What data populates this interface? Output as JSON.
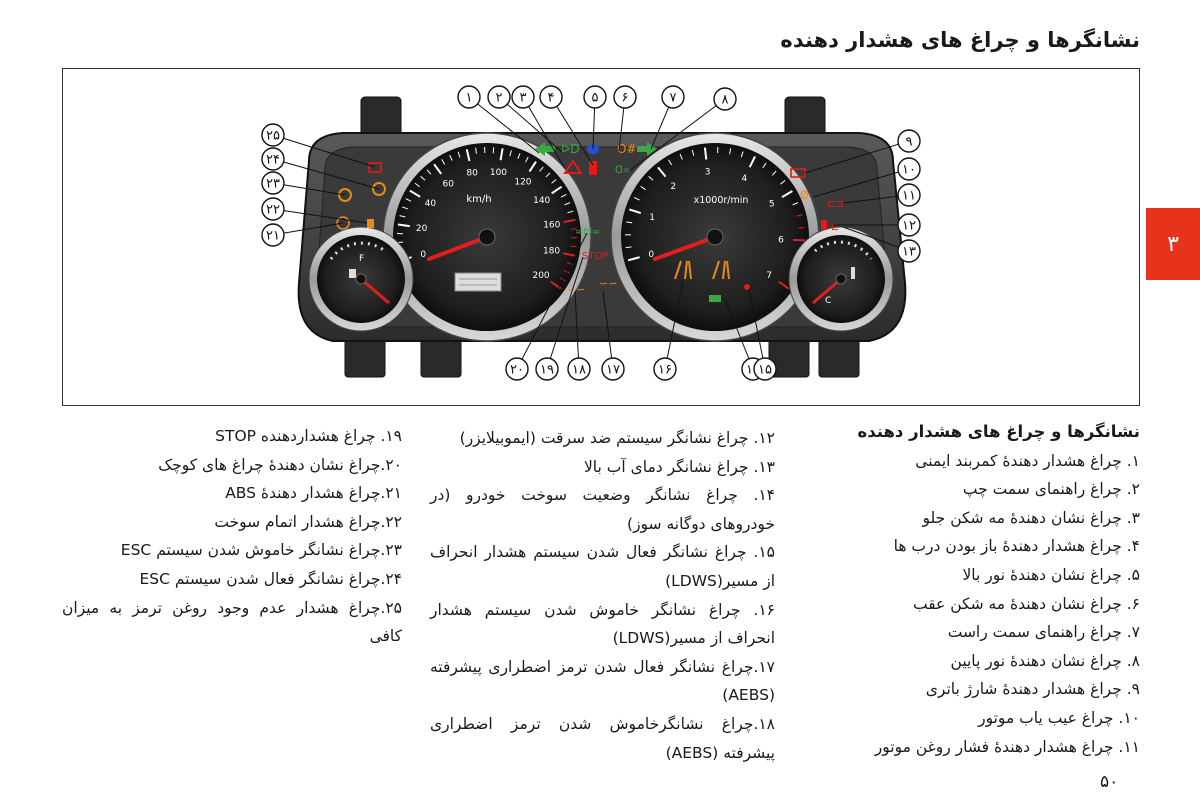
{
  "page_title": "نشانگرها و چراغ های هشدار دهنده",
  "chapter_tab": "۳",
  "figure": {
    "callouts_top": [
      "۱",
      "۲",
      "۳",
      "۴",
      "۵",
      "۶",
      "۷",
      "۸"
    ],
    "callouts_right": [
      "۹",
      "۱۰",
      "۱۱",
      "۱۲",
      "۱۳"
    ],
    "callouts_bottom": [
      "۱۴",
      "۱۵",
      "۱۶",
      "۱۷",
      "۱۸",
      "۱۹",
      "۲۰"
    ],
    "callouts_left": [
      "۲۱",
      "۲۲",
      "۲۳",
      "۲۴",
      "۲۵"
    ],
    "speedometer": {
      "unit": "km/h",
      "ticks": [
        "0",
        "20",
        "40",
        "60",
        "80",
        "100",
        "120",
        "140",
        "160",
        "180",
        "200"
      ]
    },
    "tachometer": {
      "unit": "x1000r/min",
      "ticks": [
        "0",
        "1",
        "2",
        "3",
        "4",
        "5",
        "6",
        "7"
      ]
    },
    "fuel_gauge_label": "F",
    "temp_gauge_label": "C",
    "stop_label": "STOP",
    "colors": {
      "warning_red": "#e31b12",
      "indicator_green": "#3aa845",
      "indicator_amber": "#e88a1a",
      "indicator_blue": "#2a4fd6",
      "needle": "#e0201a",
      "tab": "#e8331c"
    }
  },
  "right_column": {
    "heading": "نشانگرها و چراغ های هشدار دهنده",
    "items": [
      "۱. چراغ هشدار دهندۀ کمربند ایمنی",
      "۲. چراغ راهنمای سمت چپ",
      "۳. چراغ نشان دهندۀ مه شکن جلو",
      "۴. چراغ هشدار دهندۀ باز بودن درب ها",
      "۵. چراغ نشان دهندۀ نور بالا",
      "۶. چراغ نشان دهندۀ مه شکن عقب",
      "۷. چراغ راهنمای سمت راست",
      "۸. چراغ نشان دهندۀ نور پایین",
      "۹. چراغ هشدار دهندۀ شارژ باتری",
      "۱۰. چراغ عیب یاب موتور",
      "۱۱. چراغ هشدار دهندۀ فشار روغن موتور"
    ]
  },
  "middle_column": {
    "items": [
      "۱۲. چراغ نشانگر سیستم ضد سرقت (ایموبیلایزر)",
      "۱۳. چراغ نشانگر دمای آب بالا",
      "۱۴. چراغ نشانگر وضعیت سوخت خودرو (در خودروهای دوگانه سوز)",
      "۱۵. چراغ نشانگر فعال شدن سیستم هشدار انحراف از مسیر(LDWS)",
      "۱۶. چراغ نشانگر خاموش شدن سیستم هشدار انحراف از مسیر(LDWS)",
      "۱۷.چراغ نشانگر فعال شدن ترمز اضطراری پیشرفته (AEBS)",
      "۱۸.چراغ نشانگرخاموش شدن ترمز اضطراری پیشرفته (AEBS)"
    ]
  },
  "left_column": {
    "items": [
      "۱۹. چراغ هشداردهنده STOP",
      "۲۰.چراغ نشان دهندۀ چراغ های کوچک",
      "۲۱.چراغ هشدار دهندۀ ABS",
      "۲۲.چراغ هشدار اتمام سوخت",
      "۲۳.چراغ نشانگر خاموش شدن سیستم ESC",
      "۲۴.چراغ نشانگر فعال شدن سیستم ESC",
      "۲۵.چراغ هشدار عدم وجود روغن ترمز به میزان کافی"
    ]
  },
  "page_number": "۵۰"
}
